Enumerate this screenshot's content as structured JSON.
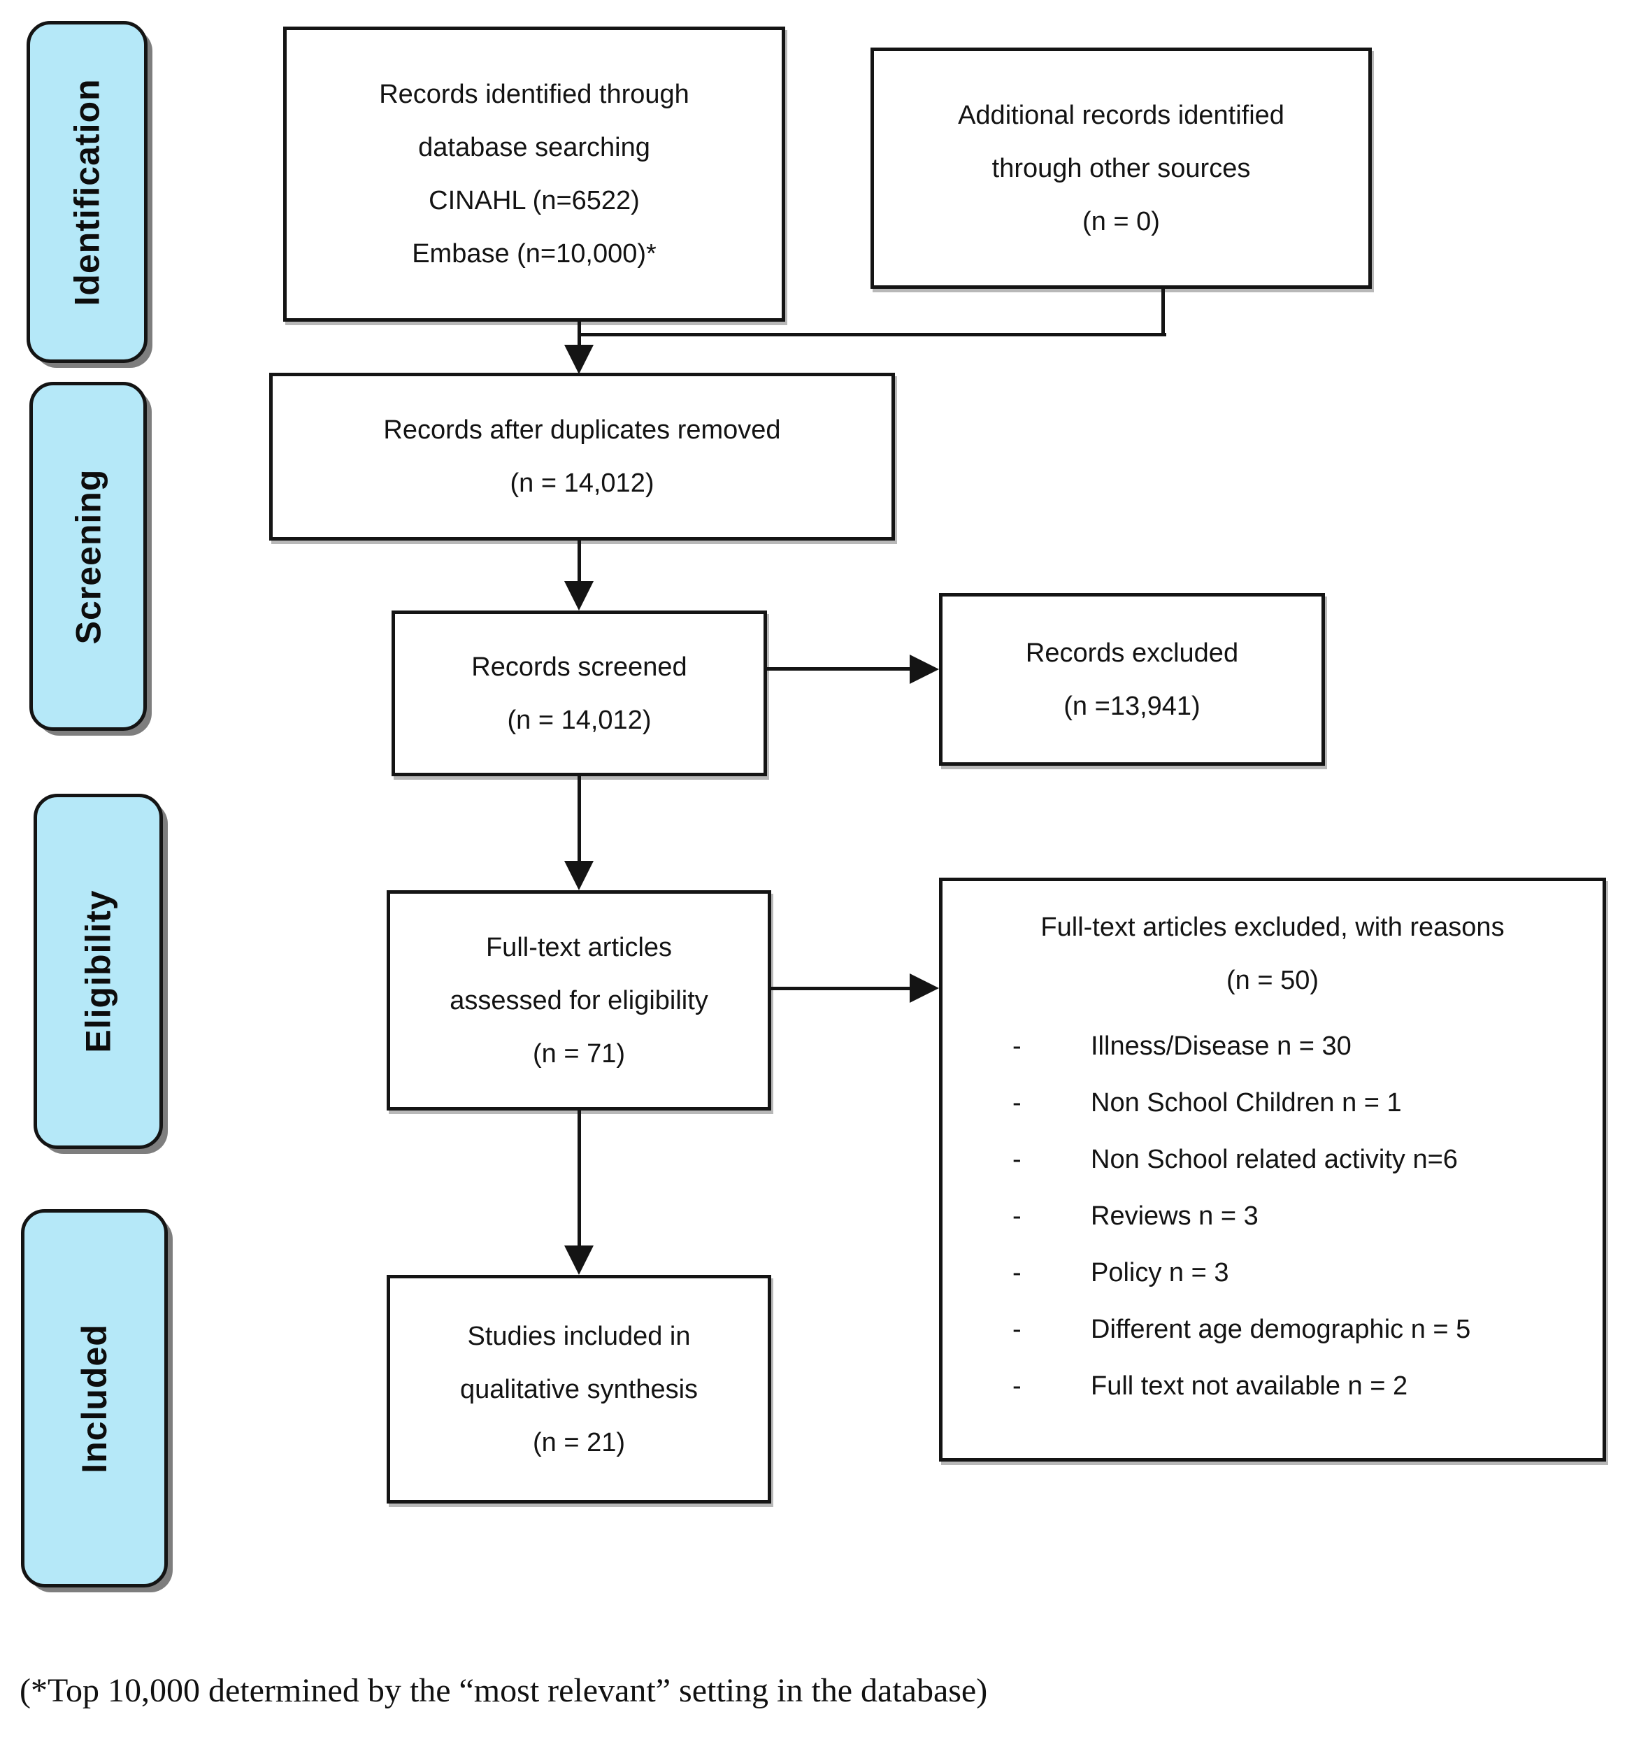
{
  "sidebar": {
    "fill_color": "#b5e8f8",
    "stages": [
      {
        "label": "Identification"
      },
      {
        "label": "Screening"
      },
      {
        "label": "Eligibility"
      },
      {
        "label": "Included"
      }
    ]
  },
  "boxes": {
    "records_identified": {
      "lines": [
        "Records identified through",
        "database searching",
        "CINAHL (n=6522)",
        "Embase (n=10,000)*"
      ]
    },
    "additional_records": {
      "lines": [
        "Additional records identified",
        "through other sources",
        "(n = 0)"
      ]
    },
    "duplicates_removed": {
      "lines": [
        "Records after duplicates removed",
        "(n = 14,012)"
      ]
    },
    "records_screened": {
      "lines": [
        "Records screened",
        "(n = 14,012)"
      ]
    },
    "records_excluded": {
      "lines": [
        "Records excluded",
        "(n =13,941)"
      ]
    },
    "fulltext_assessed": {
      "lines": [
        "Full-text articles",
        "assessed for eligibility",
        "(n = 71)"
      ]
    },
    "fulltext_excluded": {
      "title": "Full-text articles excluded, with reasons",
      "count": "(n = 50)",
      "bullet": "-",
      "reasons": [
        "Illness/Disease n = 30",
        "Non School Children n = 1",
        "Non School related activity n=6",
        "Reviews n = 3",
        "Policy n = 3",
        "Different age demographic n = 5",
        "Full text not available n = 2"
      ]
    },
    "studies_included": {
      "lines": [
        "Studies included in",
        "qualitative synthesis",
        "(n = 21)"
      ]
    }
  },
  "footnote": "(*Top 10,000 determined by the “most relevant” setting in the database)"
}
